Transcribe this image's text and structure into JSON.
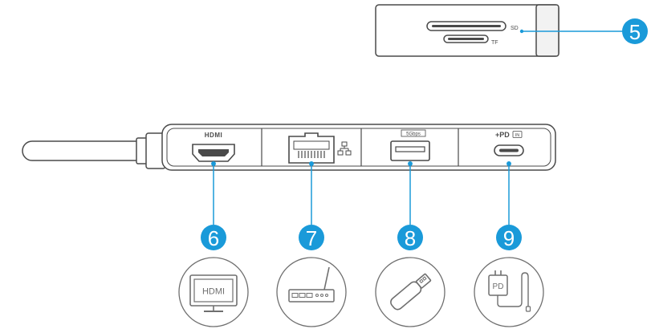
{
  "colors": {
    "outline": "#4a4a4a",
    "body": "#ffffff",
    "panel_gray": "#e9e9e9",
    "callout_blue": "#1a9ad9",
    "callout_text": "#ffffff",
    "icon_gray": "#7a7a7a"
  },
  "card_reader": {
    "sd_label": "SD",
    "tf_label": "TF",
    "callout": "5"
  },
  "ports": [
    {
      "id": "hdmi",
      "top_label": "HDMI",
      "callout": "6",
      "icon": "monitor-icon",
      "icon_text": "HDMI"
    },
    {
      "id": "ethernet",
      "top_label": "",
      "callout": "7",
      "icon": "router-icon",
      "icon_text": ""
    },
    {
      "id": "usb",
      "top_label": "5Gbps",
      "callout": "8",
      "icon": "usb-drive-icon",
      "icon_text": ""
    },
    {
      "id": "pd",
      "top_label": "PD",
      "top_label_suffix": "IN",
      "callout": "9",
      "icon": "charger-icon",
      "icon_text": "PD"
    }
  ]
}
